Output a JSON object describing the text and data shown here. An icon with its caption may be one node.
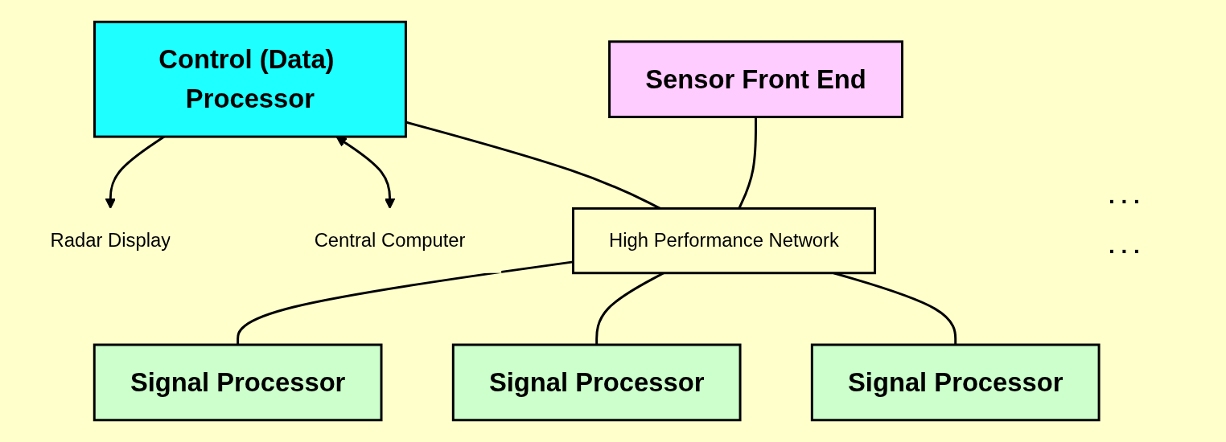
{
  "diagram": {
    "nodes": [
      {
        "text": [
          "Radar Display"
        ]
      },
      {
        "text": [
          "Control (Data) Processor"
        ]
      },
      {
        "text": [
          "Sensor Front End"
        ]
      },
      {
        "text": [
          "Central Computer"
        ]
      },
      {
        "text": [
          "High Performance Network"
        ]
      },
      {
        "text": [
          "Signal Processor"
        ]
      },
      {
        "text": [
          "Signal Processor"
        ]
      },
      {
        "text": [
          "Signal Processor"
        ]
      }
    ],
    "edges": [
      {
        "from": 1,
        "to": 0,
        "arrow": "to"
      },
      {
        "from": 1,
        "to": 3,
        "arrow": "both"
      },
      {
        "from": 1,
        "to": 4,
        "arrow": "none"
      },
      {
        "from": 2,
        "to": 4,
        "arrow": "none"
      },
      {
        "from": 4,
        "to": 5,
        "arrow": "none"
      },
      {
        "from": 4,
        "to": 6,
        "arrow": "none"
      },
      {
        "from": 4,
        "to": 7,
        "arrow": "none"
      }
    ],
    "labels": [
      ". . .",
      ". . ."
    ]
  }
}
